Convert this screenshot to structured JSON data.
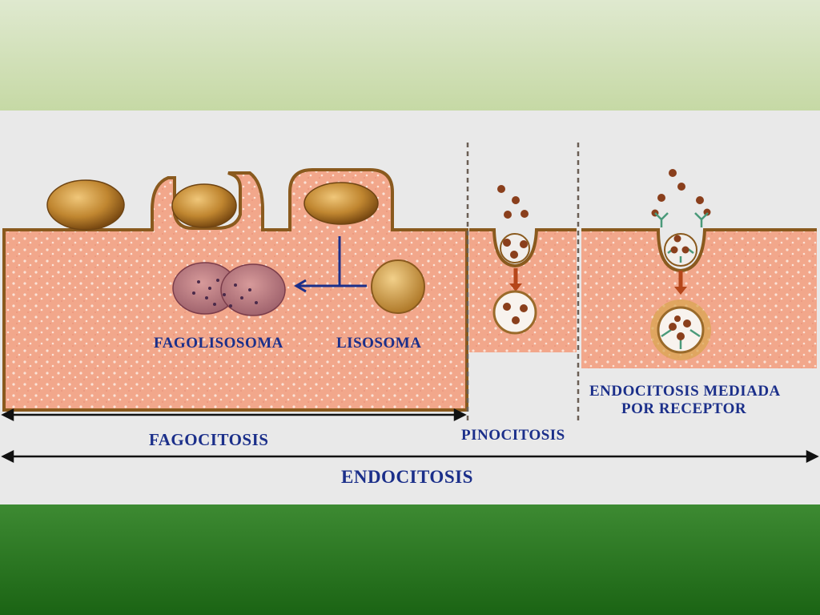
{
  "labels": {
    "fagolisosoma": "FAGOLISOSOMA",
    "lisosoma": "LISOSOMA",
    "endocitosis_mediada_line1": "ENDOCITOSIS MEDIADA",
    "endocitosis_mediada_line2": "POR RECEPTOR",
    "fagocitosis": "FAGOCITOSIS",
    "pinocitosis": "PINOCITOSIS",
    "endocitosis": "ENDOCITOSIS"
  },
  "colors": {
    "cytoplasm": "#f3a88a",
    "membrane": "#8a5a1e",
    "particle": "#b5782a",
    "label": "#1b2f8a",
    "arrow": "#1a1a1a"
  }
}
